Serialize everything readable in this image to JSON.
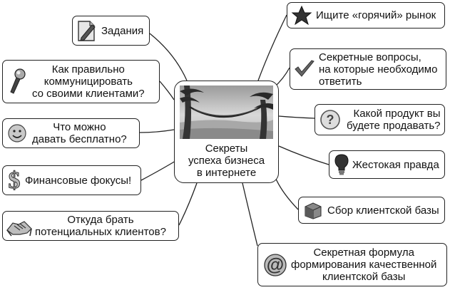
{
  "center": {
    "title_lines": [
      "Секреты",
      "успеха бизнеса",
      "в интернете"
    ]
  },
  "nodes": [
    {
      "id": "tasks",
      "icon": "edit-document-icon",
      "lines": [
        "Задания"
      ]
    },
    {
      "id": "communicate",
      "icon": "microphone-icon",
      "lines": [
        "Как правильно",
        "коммуницировать",
        "со своими клиентами?"
      ]
    },
    {
      "id": "free",
      "icon": "smiley-icon",
      "lines": [
        "Что можно",
        "давать бесплатно?"
      ]
    },
    {
      "id": "finance",
      "icon": "dollar-icon",
      "lines": [
        "Финансовые фокусы!"
      ]
    },
    {
      "id": "clients",
      "icon": "handshake-icon",
      "lines": [
        "Откуда брать",
        "потенциальных клиентов?"
      ]
    },
    {
      "id": "hot-market",
      "icon": "star-icon",
      "lines": [
        "Ищите «горячий» рынок"
      ]
    },
    {
      "id": "secret-questions",
      "icon": "checkmark-icon",
      "lines": [
        "Секретные вопросы,",
        "на которые необходимо",
        "ответить"
      ]
    },
    {
      "id": "product",
      "icon": "question-icon",
      "lines": [
        "Какой продукт вы",
        "будете продавать?"
      ]
    },
    {
      "id": "truth",
      "icon": "lightbulb-icon",
      "lines": [
        "Жестокая правда"
      ]
    },
    {
      "id": "client-base",
      "icon": "box-icon",
      "lines": [
        "Сбор клиентской базы"
      ]
    },
    {
      "id": "formula",
      "icon": "at-sign-icon",
      "lines": [
        "Секретная формула",
        "формирования качественной",
        "клиентской базы"
      ]
    }
  ]
}
